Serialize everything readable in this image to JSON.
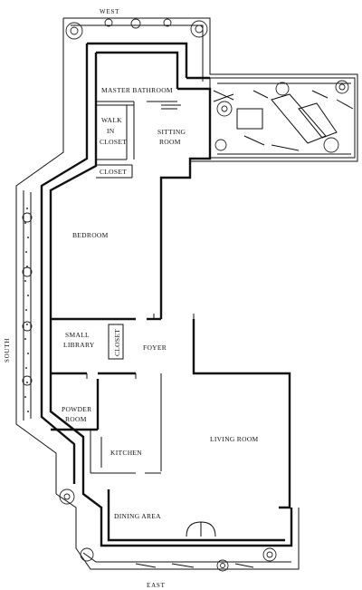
{
  "compass": {
    "west": "WEST",
    "east": "EAST",
    "south": "SOUTH"
  },
  "rooms": {
    "master_bathroom": "MASTER BATHROOM",
    "walk_in_closet_line1": "WALK",
    "walk_in_closet_line2": "IN",
    "walk_in_closet_line3": "CLOSET",
    "sitting_room_line1": "SITTING",
    "sitting_room_line2": "ROOM",
    "closet_upper": "CLOSET",
    "bedroom": "BEDROOM",
    "small_library_line1": "SMALL",
    "small_library_line2": "LIBRARY",
    "closet_library": "CLOSET",
    "foyer": "FOYER",
    "powder_room_line1": "POWDER",
    "powder_room_line2": "ROOM",
    "kitchen": "KITCHEN",
    "living_room": "LIVING ROOM",
    "dining_area": "DINING AREA"
  }
}
